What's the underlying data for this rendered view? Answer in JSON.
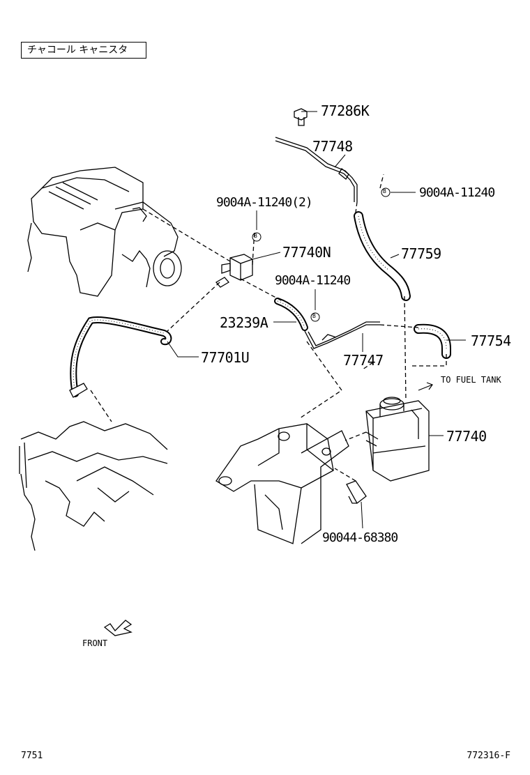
{
  "header": {
    "title": "チャコール キャニスタ"
  },
  "parts": [
    {
      "id": "p1",
      "label": "77286K"
    },
    {
      "id": "p2",
      "label": "77748"
    },
    {
      "id": "p3",
      "label": "9004A-11240"
    },
    {
      "id": "p4",
      "label": "9004A-11240(2)"
    },
    {
      "id": "p5",
      "label": "77740N"
    },
    {
      "id": "p6",
      "label": "77759"
    },
    {
      "id": "p7",
      "label": "9004A-11240"
    },
    {
      "id": "p8",
      "label": "23239A"
    },
    {
      "id": "p9",
      "label": "77754"
    },
    {
      "id": "p10",
      "label": "77747"
    },
    {
      "id": "p11",
      "label": "77701U"
    },
    {
      "id": "p12",
      "label": "77740"
    },
    {
      "id": "p13",
      "label": "90044-68380"
    }
  ],
  "notes": {
    "to_fuel_tank": "TO FUEL TANK",
    "front": "FRONT",
    "clip_marker": "B"
  },
  "footer": {
    "left_code": "7751",
    "right_code": "772316-F"
  }
}
